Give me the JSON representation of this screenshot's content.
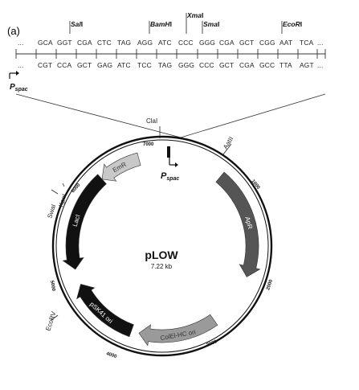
{
  "figure": {
    "panel_label": "(a)"
  },
  "mcs": {
    "sites": [
      {
        "id": "sali",
        "name": "Sal",
        "suffix": "I"
      },
      {
        "id": "bamhi",
        "name": "BamH",
        "suffix": "I"
      },
      {
        "id": "xmai",
        "name": "Xma",
        "suffix": "I"
      },
      {
        "id": "smai",
        "name": "Sma",
        "suffix": "I"
      },
      {
        "id": "ecori",
        "name": "EcoR",
        "suffix": "I"
      }
    ],
    "top_strand": [
      "GCA",
      "GGT",
      "CGA",
      "CTC",
      "TAG",
      "AGG",
      "ATC",
      "CCC",
      "GGG",
      "CGA",
      "GCT",
      "CGG",
      "AAT",
      "TCA"
    ],
    "bottom_strand": [
      "CGT",
      "CCA",
      "GCT",
      "GAG",
      "ATC",
      "TCC",
      "TAG",
      "GGG",
      "CCC",
      "GCT",
      "CGA",
      "GCC",
      "TTA",
      "AGT"
    ],
    "dots": "...",
    "promoter": {
      "main": "P",
      "sub": "spac"
    }
  },
  "plasmid": {
    "name": "pLOW",
    "size": "7.22 kb",
    "site_labels": [
      {
        "id": "clai",
        "text": "ClaI"
      },
      {
        "id": "aatii",
        "text": "AatII"
      },
      {
        "id": "swai",
        "text": "SwaI"
      },
      {
        "id": "kpni",
        "text": "KpnI"
      },
      {
        "id": "ecorv",
        "text": "EcoRV"
      }
    ],
    "ticks": [
      "7000",
      "1000",
      "2000",
      "3000",
      "4000",
      "5000",
      "6000"
    ],
    "genes": [
      {
        "id": "apr",
        "label": "ApR",
        "color": "#555555"
      },
      {
        "id": "colei",
        "label": "ColEl-HC ori",
        "color": "#9a9a9a"
      },
      {
        "id": "psk41",
        "label": "pSK41 ori",
        "color": "#111111"
      },
      {
        "id": "laci",
        "label": "LacI",
        "color": "#111111"
      },
      {
        "id": "emr",
        "label": "EmR",
        "color": "#c8c8c8"
      }
    ],
    "promoter": {
      "main": "P",
      "sub": "spac"
    }
  }
}
